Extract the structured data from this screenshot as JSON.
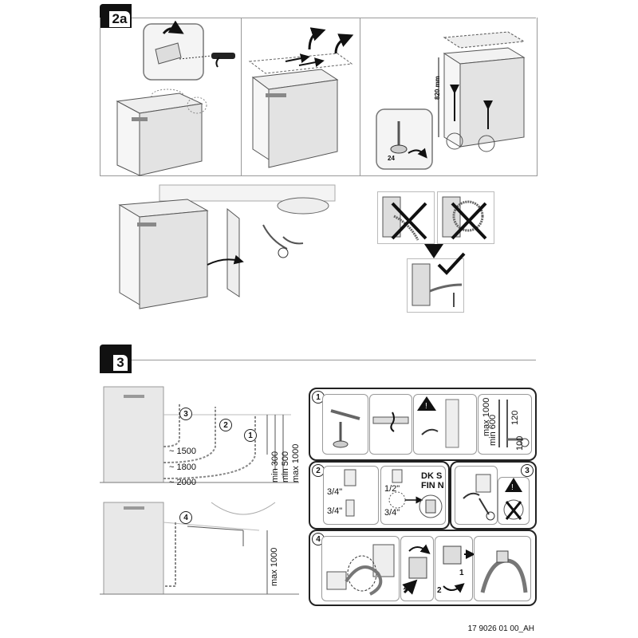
{
  "steps": {
    "step2a_label": "2a",
    "step3_label": "3"
  },
  "dimensions": {
    "height_820": "820 mm",
    "hose_1500": "~ 1500",
    "hose_1800": "~ 1800",
    "hose_2000": "~ 2000",
    "min_300": "min 300",
    "min_500": "min 500",
    "max_1000": "max 1000",
    "max_1000_b": "max 1000",
    "foot_24": "24"
  },
  "callouts": {
    "c1": "1",
    "c2": "2",
    "c3": "3",
    "c4": "4",
    "c1b": "1",
    "c2b": "2",
    "c3b": "3",
    "c4b": "4",
    "arrow1": "1",
    "arrow2": "2"
  },
  "box1": {
    "max1000": "max 1000",
    "min600": "min 600",
    "d120": "120",
    "d100": "100"
  },
  "box2": {
    "fit_3_4_a": "3/4\"",
    "fit_3_4_b": "3/4\"",
    "fit_1_2": "1/2\"",
    "fit_3_4_c": "3/4\"",
    "country_dk_s": "DK  S",
    "country_fin_n": "FIN  N"
  },
  "footer": {
    "code": "17 9026 01 00_AH"
  }
}
